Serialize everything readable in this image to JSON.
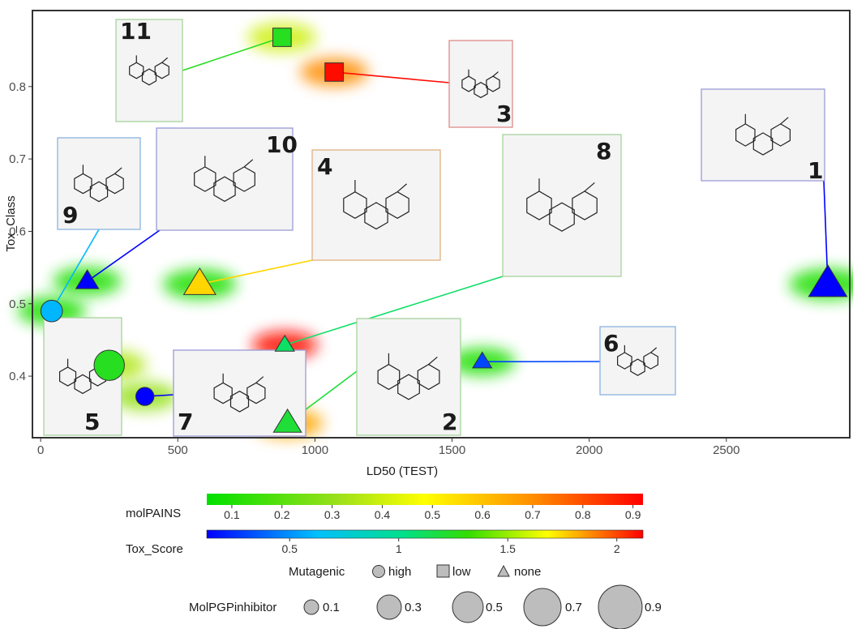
{
  "chart_data": {
    "type": "scatter",
    "title": "",
    "xlabel": "LD50 (TEST)",
    "ylabel": "Tox_Class",
    "xlim": [
      -30,
      2950
    ],
    "ylim": [
      0.315,
      0.905
    ],
    "xticks": [
      0,
      500,
      1000,
      1500,
      2000,
      2500
    ],
    "xtick_labels": [
      "0",
      "500",
      "1000",
      "1500",
      "2000",
      "2500"
    ],
    "yticks": [
      0.4,
      0.5,
      0.6,
      0.7,
      0.8
    ],
    "ytick_labels": [
      "0.4",
      "0.5",
      "0.6",
      "0.7",
      "0.8"
    ],
    "grid": false,
    "encodings": {
      "glow_color": "molPAINS",
      "fill_color": "Tox_Score",
      "shape": "Mutagenic",
      "size": "MolPGPinhibitor"
    },
    "points": [
      {
        "id": "1",
        "x": 2870,
        "y": 0.527,
        "molPAINS": 0.1,
        "tox_score": 0.1,
        "mutagenic": "none",
        "pgp": 0.5
      },
      {
        "id": "2",
        "x": 900,
        "y": 0.335,
        "molPAINS": 0.65,
        "tox_score": 1.2,
        "mutagenic": "none",
        "pgp": 0.2
      },
      {
        "id": "3",
        "x": 1070,
        "y": 0.82,
        "molPAINS": 0.7,
        "tox_score": 2.1,
        "mutagenic": "low",
        "pgp": 0.1
      },
      {
        "id": "4",
        "x": 580,
        "y": 0.527,
        "molPAINS": 0.1,
        "tox_score": 1.75,
        "mutagenic": "none",
        "pgp": 0.3
      },
      {
        "id": "5",
        "x": 250,
        "y": 0.415,
        "molPAINS": 0.35,
        "tox_score": 1.25,
        "mutagenic": "high",
        "pgp": 0.3
      },
      {
        "id": "6",
        "x": 1610,
        "y": 0.42,
        "molPAINS": 0.1,
        "tox_score": 0.3,
        "mutagenic": "none",
        "pgp": 0.05
      },
      {
        "id": "7",
        "x": 380,
        "y": 0.372,
        "molPAINS": 0.3,
        "tox_score": 0.1,
        "mutagenic": "high",
        "pgp": 0.05
      },
      {
        "id": "8",
        "x": 890,
        "y": 0.443,
        "molPAINS": 0.9,
        "tox_score": 1.1,
        "mutagenic": "none",
        "pgp": 0.05
      },
      {
        "id": "9",
        "x": 40,
        "y": 0.49,
        "molPAINS": 0.1,
        "tox_score": 0.6,
        "mutagenic": "high",
        "pgp": 0.1
      },
      {
        "id": "10",
        "x": 170,
        "y": 0.531,
        "molPAINS": 0.1,
        "tox_score": 0.1,
        "mutagenic": "none",
        "pgp": 0.1
      },
      {
        "id": "11",
        "x": 880,
        "y": 0.868,
        "molPAINS": 0.4,
        "tox_score": 1.25,
        "mutagenic": "low",
        "pgp": 0.1
      }
    ],
    "legend": {
      "molPAINS": {
        "label": "molPAINS",
        "ticks": [
          "0.1",
          "0.2",
          "0.3",
          "0.4",
          "0.5",
          "0.6",
          "0.7",
          "0.8",
          "0.9"
        ],
        "range": [
          0.05,
          0.92
        ]
      },
      "tox_score": {
        "label": "Tox_Score",
        "ticks": [
          "0.5",
          "1",
          "1.5",
          "2"
        ],
        "range": [
          0.12,
          2.12
        ]
      },
      "mutagenic": {
        "label": "Mutagenic",
        "items": [
          "high",
          "low",
          "none"
        ]
      },
      "pgp": {
        "label": "MolPGPinhibitor",
        "items": [
          "0.1",
          "0.3",
          "0.5",
          "0.7",
          "0.9"
        ]
      }
    }
  }
}
